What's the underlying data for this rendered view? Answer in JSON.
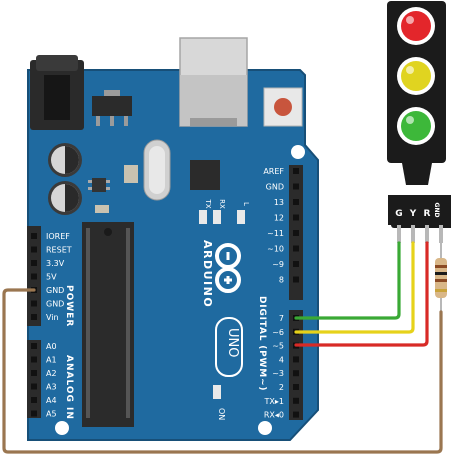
{
  "board": {
    "brand": "ARDUINO",
    "model": "UNO",
    "on_label": "ON",
    "tx_led": "TX",
    "rx_led": "RX",
    "l_led": "L",
    "power_title": "POWER",
    "analog_title": "ANALOG IN",
    "digital_title": "DIGITAL (PWM~)",
    "power_pins": [
      "IOREF",
      "RESET",
      "3.3V",
      "5V",
      "GND",
      "GND",
      "Vin"
    ],
    "analog_pins": [
      "A0",
      "A1",
      "A2",
      "A3",
      "A4",
      "A5"
    ],
    "digital_top_pins": [
      "AREF",
      "GND",
      "13",
      "12",
      "~11",
      "~10",
      "~9",
      "8"
    ],
    "digital_bottom_pins": [
      "7",
      "~6",
      "~5",
      "4",
      "~3",
      "2",
      "TX▸1",
      "RX◂0"
    ]
  },
  "traffic_light": {
    "pin_labels": [
      "G",
      "Y",
      "R",
      "GND"
    ],
    "lamp_colors": [
      "#e3262b",
      "#e0d420",
      "#3db83a"
    ]
  },
  "wires": {
    "green": "#3aa935",
    "yellow": "#e6d21a",
    "red": "#d82a26",
    "brown": "#9a7650"
  }
}
